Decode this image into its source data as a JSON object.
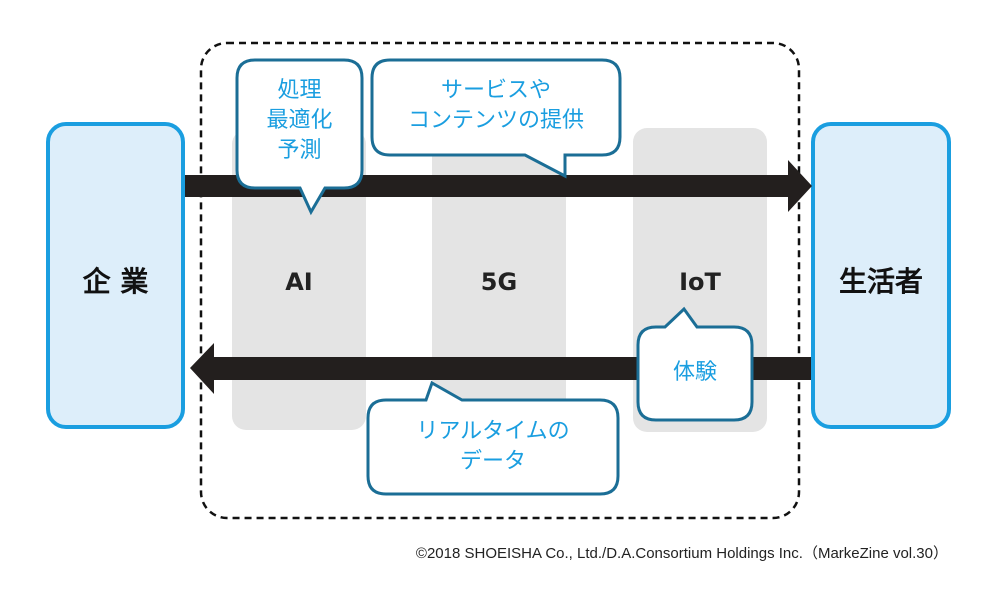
{
  "parties": {
    "left": "企 業",
    "right": "生活者"
  },
  "technologies": [
    "AI",
    "5G",
    "IoT"
  ],
  "bubbles": {
    "ai": [
      "処理",
      "最適化",
      "予測"
    ],
    "service": [
      "サービスや",
      "コンテンツの提供"
    ],
    "experience": [
      "体験"
    ],
    "data": [
      "リアルタイムの",
      "データ"
    ]
  },
  "footer": "©2018 SHOEISHA Co., Ltd./D.A.Consortium Holdings Inc.（MarkeZine vol.30）",
  "colors": {
    "box_stroke": "#1a9ee0",
    "box_fill": "#ddeefa",
    "bubble_stroke": "#1b6e96",
    "bubble_text": "#1a9ee0",
    "arrow": "#231f1e",
    "column": "#e4e4e4"
  }
}
